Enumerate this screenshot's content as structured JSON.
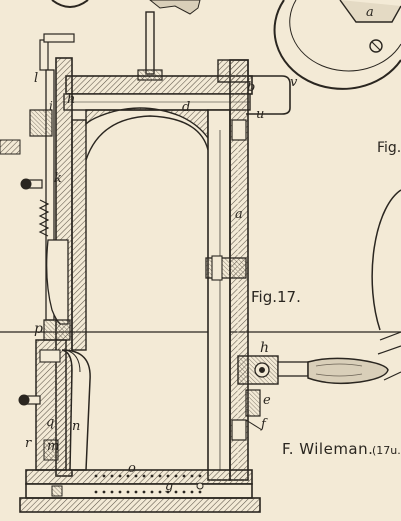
{
  "figure": {
    "caption": "Fig.17.",
    "caption_cropped": "Fig.",
    "signature": "F. Wileman.",
    "signature_ref": "(17u."
  },
  "letters": {
    "a_top": "a",
    "b": "b",
    "v": "v",
    "l": "l",
    "h_left": "h",
    "d": "d",
    "u": "u",
    "i": "i",
    "k": "k",
    "a_mid": "a",
    "p": "p",
    "h_right": "h",
    "e": "e",
    "f": "f",
    "q": "q",
    "r": "r",
    "m": "m",
    "n": "n",
    "o": "o",
    "g": "g"
  },
  "colors": {
    "paper": "#f3ead6",
    "ink": "#2a2620",
    "hatch": "#6b6255"
  }
}
